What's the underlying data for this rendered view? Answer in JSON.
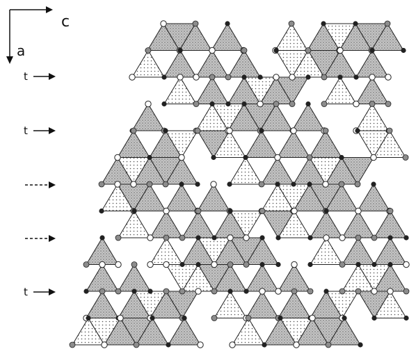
{
  "axes": {
    "horizontal_label": "c",
    "vertical_label": "a"
  },
  "twin_markers": [
    {
      "label": "t",
      "arrow_style": "solid"
    },
    {
      "label": "t",
      "arrow_style": "solid"
    },
    {
      "label": "",
      "arrow_style": "dashed"
    },
    {
      "label": "",
      "arrow_style": "dashed"
    },
    {
      "label": "t",
      "arrow_style": "solid"
    }
  ],
  "legend_fills": {
    "stippled_triangle": "#b9b9b9",
    "dotted_triangle": "#e9e9e9",
    "open_triangle": "#ffffff",
    "filled_atom": "#222222",
    "open_atom": "#ffffff"
  },
  "lattice": {
    "rows": 16,
    "columns": 24
  }
}
